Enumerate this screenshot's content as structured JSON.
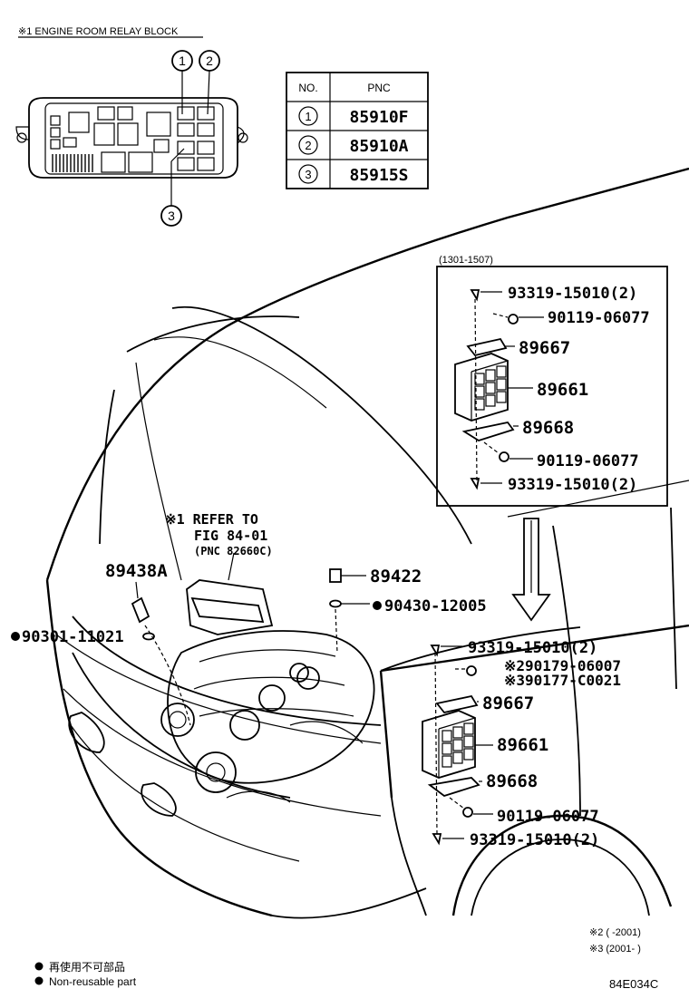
{
  "relay_block": {
    "title": "※1 ENGINE ROOM RELAY BLOCK",
    "callouts": [
      "1",
      "2",
      "3"
    ]
  },
  "pnc_table": {
    "headers": [
      "NO.",
      "PNC"
    ],
    "rows": [
      {
        "no": "1",
        "pnc": "85910F"
      },
      {
        "no": "2",
        "pnc": "85910A"
      },
      {
        "no": "3",
        "pnc": "85915S"
      }
    ]
  },
  "inset": {
    "range": "(1301-1507)",
    "parts": {
      "bolt_top": "93319-15010(2)",
      "nut_top": "90119-06077",
      "bracket_top": "89667",
      "ecu": "89661",
      "bracket_bottom": "89668",
      "nut_bottom": "90119-06077",
      "bolt_bottom": "93319-15010(2)"
    }
  },
  "main": {
    "refer_note": "※1 REFER TO",
    "refer_fig": "FIG 84-01",
    "refer_pnc": "(PNC 82660C)",
    "parts": {
      "sensor_left": "89438A",
      "gasket_left": "90301-11021",
      "sensor_top": "89422",
      "gasket_top": "90430-12005",
      "bolt_top": "93319-15010(2)",
      "nut_a": "※290179-06007",
      "nut_b": "※390177-C0021",
      "bracket_top": "89667",
      "ecu": "89661",
      "bracket_bottom": "89668",
      "nut_bottom": "90119-06077",
      "bolt_bottom": "93319-15010(2)"
    }
  },
  "footnotes": {
    "note2": "※2 (      -2001)",
    "note3": "※3 (2001-      )"
  },
  "legend": {
    "jp": "再使用不可部品",
    "en": "Non-reusable part"
  },
  "fig_code": "84E034C"
}
